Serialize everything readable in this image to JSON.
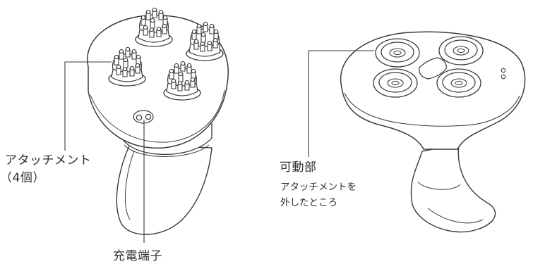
{
  "labels": {
    "attachment": "アタッチメント",
    "attachment_count": "（4個）",
    "charging_port": "充電端子",
    "movable_part": "可動部",
    "removed_line1": "アタッチメントを",
    "removed_line2": "外したところ"
  },
  "colors": {
    "stroke": "#3a3a3a",
    "fill": "#ffffff",
    "text": "#2f2f2f"
  }
}
